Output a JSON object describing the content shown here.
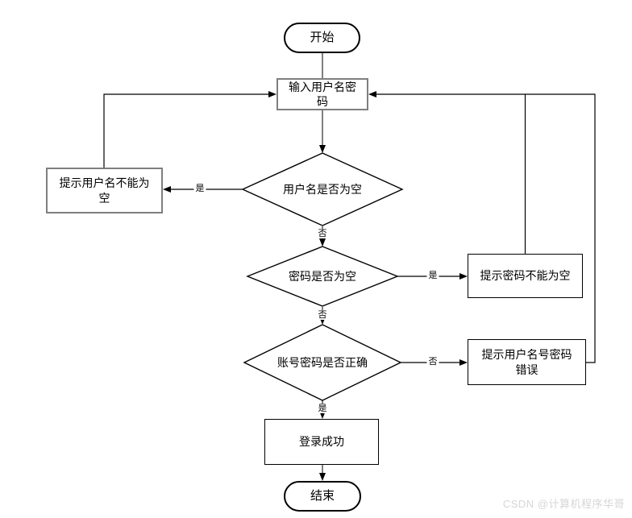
{
  "diagram": {
    "nodes": {
      "start": {
        "label": "开始",
        "shape": "stadium"
      },
      "input_credentials": {
        "label": "输入用户名密码",
        "shape": "rectangle"
      },
      "check_username_empty": {
        "label": "用户名是否为空",
        "shape": "diamond"
      },
      "prompt_username_empty": {
        "label": "提示用户名不能为空",
        "shape": "rectangle"
      },
      "check_password_empty": {
        "label": "密码是否为空",
        "shape": "diamond"
      },
      "prompt_password_empty": {
        "label": "提示密码不能为空",
        "shape": "rectangle"
      },
      "check_credentials_correct": {
        "label": "账号密码是否正确",
        "shape": "diamond"
      },
      "prompt_credentials_error": {
        "label": "提示用户名号密码错误",
        "shape": "rectangle"
      },
      "login_success": {
        "label": "登录成功",
        "shape": "rectangle"
      },
      "end": {
        "label": "结束",
        "shape": "stadium"
      }
    },
    "edge_labels": {
      "username_yes": "是",
      "username_no": "否",
      "password_yes": "是",
      "password_no": "否",
      "credentials_no": "否",
      "credentials_yes": "是"
    }
  },
  "watermark": "CSDN @计算机程序华哥",
  "colors": {
    "background": "#ffffff",
    "connector_main": "#7f7f7f",
    "connector_loop": "#000000",
    "arrowhead": "#000000",
    "shape_border": "#000000",
    "highlight_border": "#7f7f7f",
    "text": "#000000",
    "watermark": "#d6d6d6"
  }
}
